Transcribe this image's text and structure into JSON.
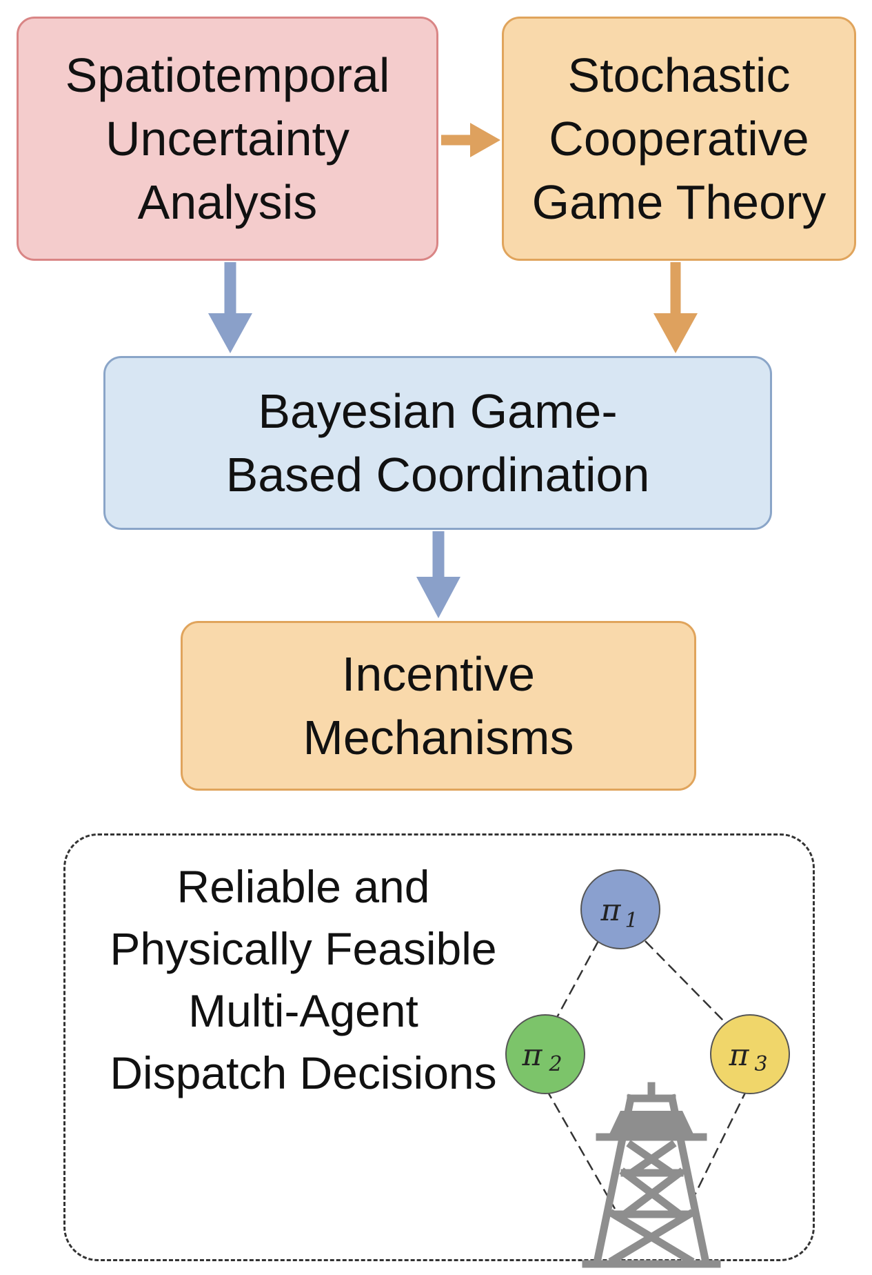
{
  "boxes": {
    "spatiotemporal": "Spatiotemporal\nUncertainty\nAnalysis",
    "stochastic": "Stochastic\nCooperative\nGame Theory",
    "bayesian": "Bayesian Game-\nBased Coordination",
    "incentive": "Incentive\nMechanisms"
  },
  "outcome": "Reliable and\nPhysically Feasible\nMulti-Agent\nDispatch Decisions",
  "nodes": [
    {
      "symbol": "π",
      "sub": "1",
      "color": "#8aa0cf"
    },
    {
      "symbol": "π",
      "sub": "2",
      "color": "#7cc46a"
    },
    {
      "symbol": "π",
      "sub": "3",
      "color": "#f0d66a"
    }
  ],
  "colors": {
    "arrow_blue": "#8aa0c9",
    "arrow_orange": "#dea15e",
    "tower": "#8e8e8e"
  },
  "icons": [
    "transmission-tower-icon"
  ]
}
